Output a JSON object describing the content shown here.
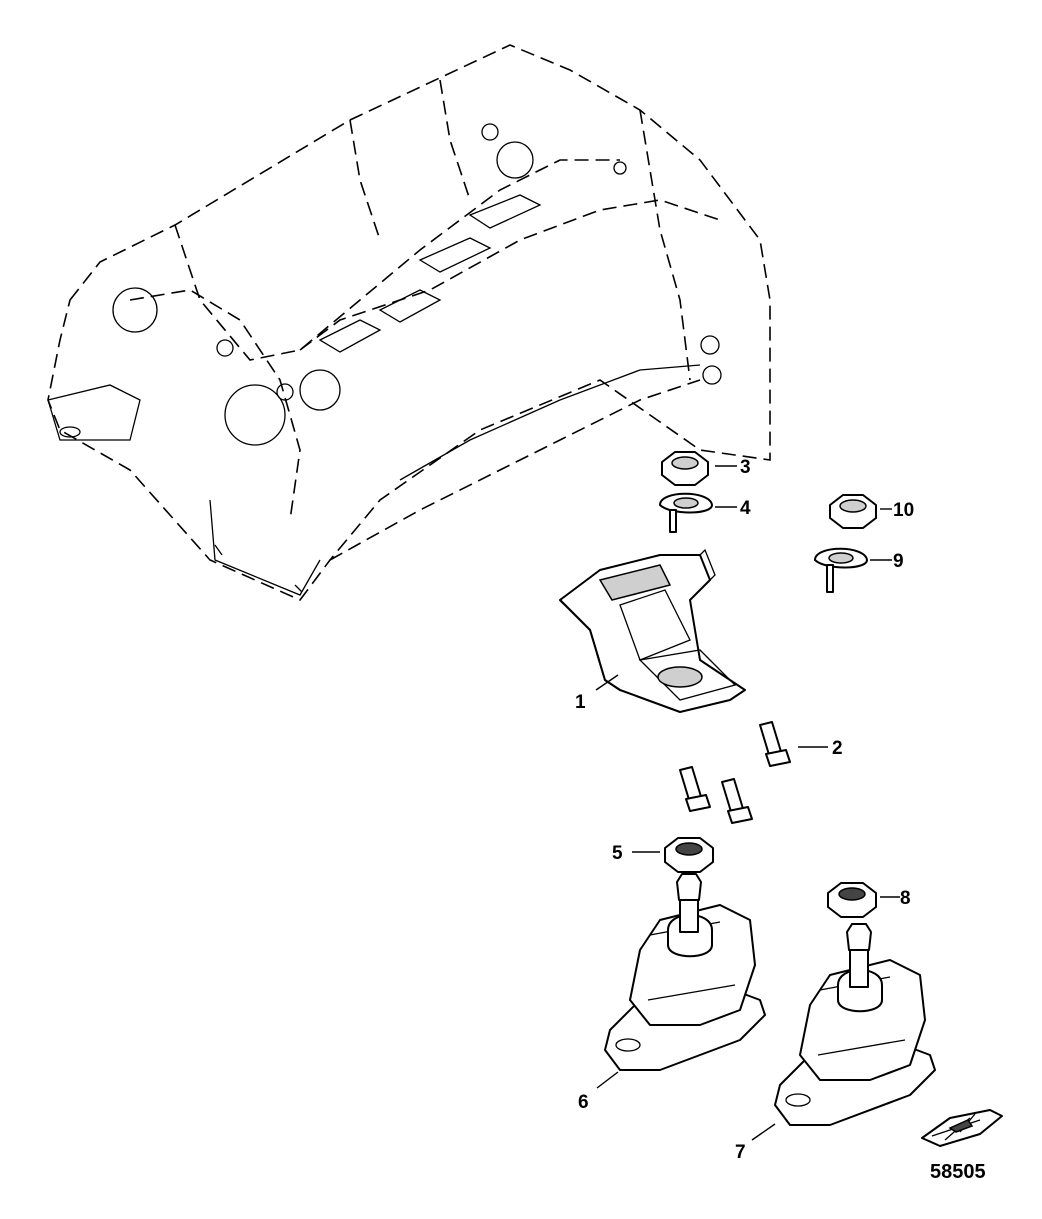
{
  "figure_number": "58505",
  "callouts": [
    {
      "id": "1",
      "label": "1"
    },
    {
      "id": "2",
      "label": "2"
    },
    {
      "id": "3",
      "label": "3"
    },
    {
      "id": "4",
      "label": "4"
    },
    {
      "id": "5",
      "label": "5"
    },
    {
      "id": "6",
      "label": "6"
    },
    {
      "id": "7",
      "label": "7"
    },
    {
      "id": "8",
      "label": "8"
    },
    {
      "id": "9",
      "label": "9"
    },
    {
      "id": "10",
      "label": "10"
    }
  ],
  "icons": {
    "engine": "engine-block-phantom-icon",
    "boat": "boat-orientation-icon"
  }
}
